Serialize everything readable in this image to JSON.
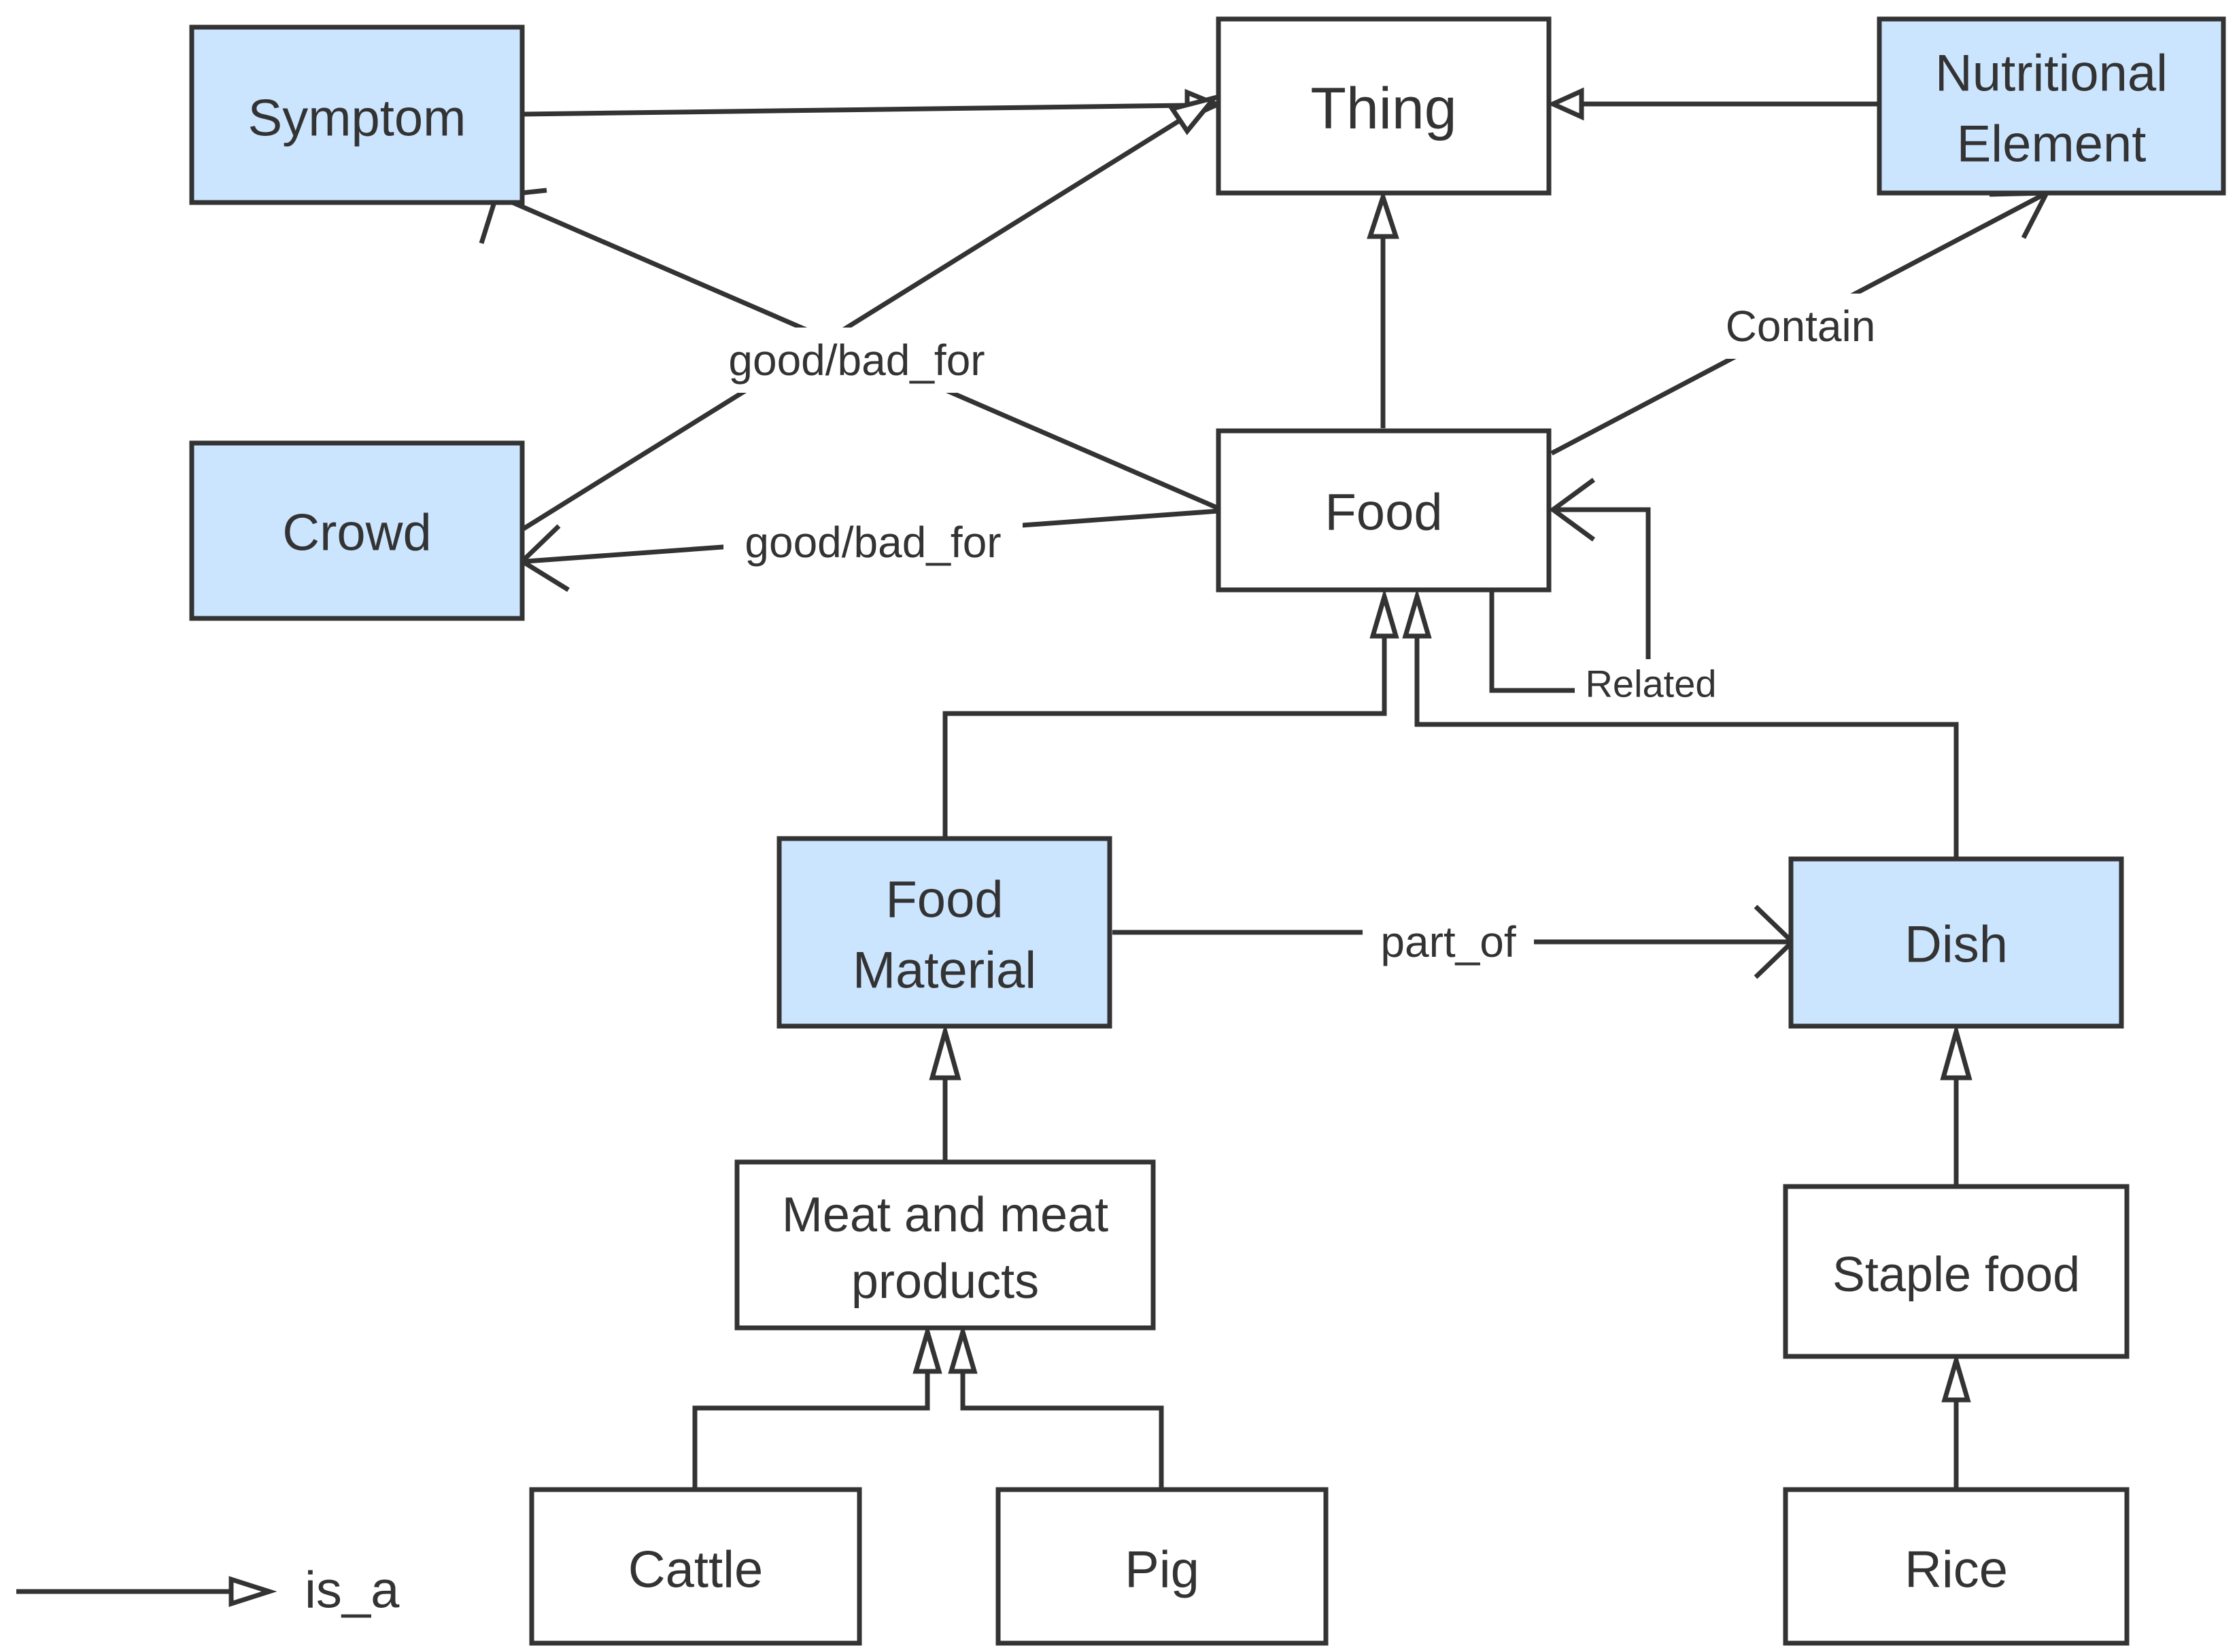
{
  "diagram": {
    "nodes": {
      "thing": "Thing",
      "symptom": "Symptom",
      "nutritional_element": [
        "Nutritional",
        "Element"
      ],
      "crowd": "Crowd",
      "food": "Food",
      "food_material": [
        "Food",
        "Material"
      ],
      "dish": "Dish",
      "meat": [
        "Meat and meat",
        "products"
      ],
      "staple_food": "Staple food",
      "cattle": "Cattle",
      "pig": "Pig",
      "rice": "Rice"
    },
    "edge_labels": {
      "good_bad_for_1": "good/bad_for",
      "good_bad_for_2": "good/bad_for",
      "contain": "Contain",
      "related": "Related",
      "part_of": "part_of"
    },
    "legend": {
      "label": "is_a"
    },
    "colors": {
      "highlight_fill": "#cce5ff",
      "default_fill": "#ffffff",
      "stroke": "#333333"
    }
  }
}
